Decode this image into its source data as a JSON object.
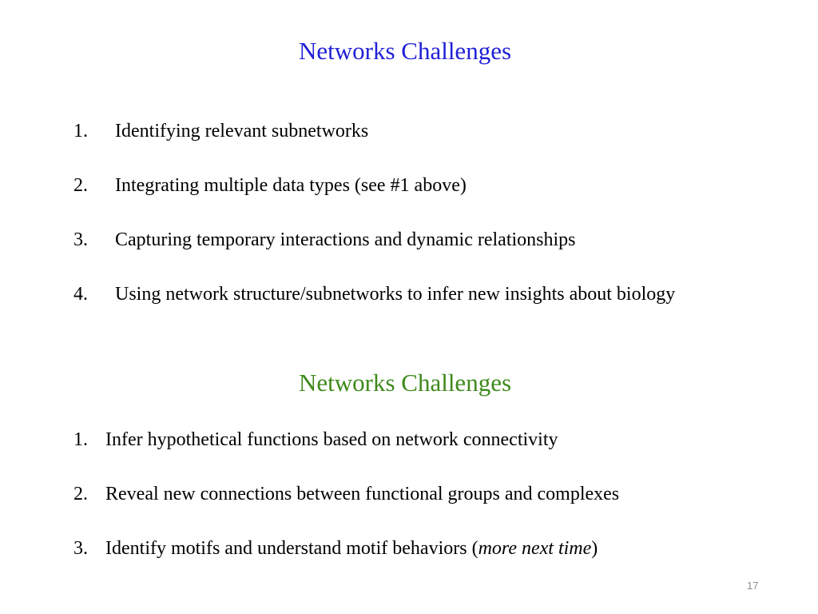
{
  "section_1": {
    "title": "Networks Challenges",
    "title_color": "#1f1fd6",
    "items": [
      {
        "number": "1.",
        "text": "Identifying relevant subnetworks"
      },
      {
        "number": "2.",
        "text": "Integrating multiple data types (see #1 above)"
      },
      {
        "number": "3.",
        "text": "Capturing temporary interactions and dynamic relationships"
      },
      {
        "number": "4.",
        "text": "Using network structure/subnetworks to infer new insights about biology"
      }
    ]
  },
  "section_2": {
    "title": "Networks Challenges",
    "title_color": "#3e8a1c",
    "items": [
      {
        "number": "1.",
        "text": "Infer hypothetical functions based on network connectivity"
      },
      {
        "number": "2.",
        "text": "Reveal new connections between functional groups and complexes"
      },
      {
        "number": "3.",
        "text": "Identify motifs and understand motif behaviors (",
        "emphasis": "more next time",
        "suffix": ")"
      }
    ]
  },
  "page_number": "17"
}
